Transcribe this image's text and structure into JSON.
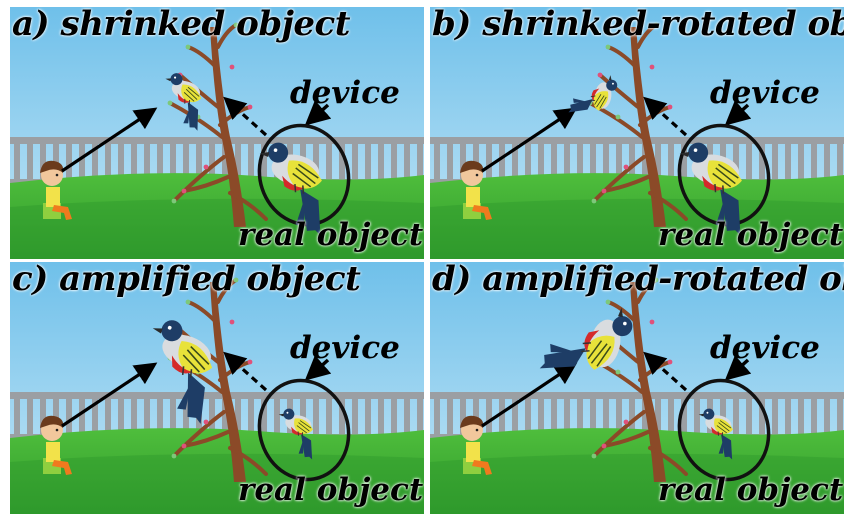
{
  "panels": [
    {
      "label": "a) shrinked object",
      "device": "device",
      "real": "real object",
      "variant": "shrinked"
    },
    {
      "label": "b) shrinked-rotated object",
      "device": "device",
      "real": "real object",
      "variant": "shrinked-rotated"
    },
    {
      "label": "c) amplified object",
      "device": "device",
      "real": "real object",
      "variant": "amplified"
    },
    {
      "label": "d) amplified-rotated object",
      "device": "device",
      "real": "real object",
      "variant": "amplified-rotated"
    }
  ],
  "colors": {
    "sky_top": "#6fc0ea",
    "sky_bottom": "#c4e6f6",
    "grass": "#4fbe3c",
    "grass_dark": "#2f9a2c",
    "fence": "#9b9fa3",
    "trunk": "#8b4a28",
    "bird_blue": "#1e3d66",
    "bird_yellow": "#e8e23a",
    "bird_red": "#d42a2a"
  }
}
